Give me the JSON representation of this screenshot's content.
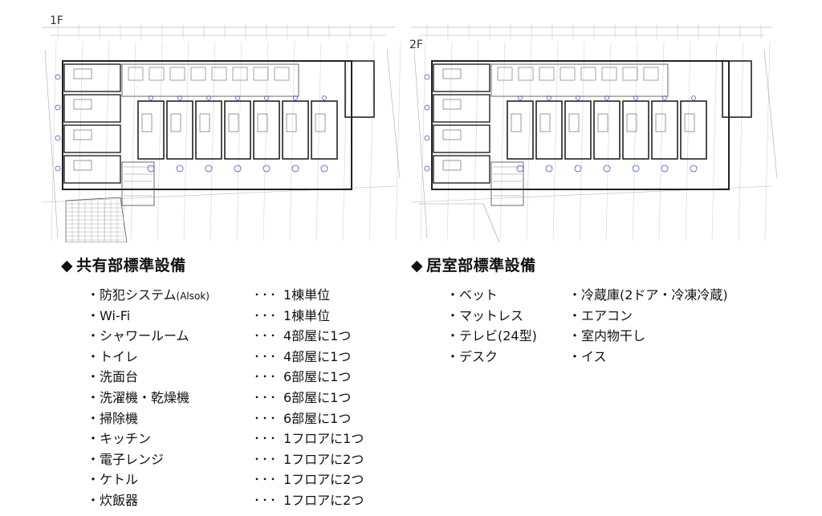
{
  "floor_plans": [
    {
      "label": "1F"
    },
    {
      "label": "2F"
    }
  ],
  "common_equipment": {
    "title": "共有部標準設備",
    "marker": "◆",
    "dots": "･･･",
    "items": [
      {
        "name": "・防犯システム",
        "note": "(Alsok)",
        "value": "1棟単位"
      },
      {
        "name": "・Wi-Fi",
        "note": "",
        "value": "1棟単位"
      },
      {
        "name": "・シャワールーム",
        "note": "",
        "value": "4部屋に1つ"
      },
      {
        "name": "・トイレ",
        "note": "",
        "value": "4部屋に1つ"
      },
      {
        "name": "・洗面台",
        "note": "",
        "value": "6部屋に1つ"
      },
      {
        "name": "・洗濯機・乾燥機",
        "note": "",
        "value": "6部屋に1つ"
      },
      {
        "name": "・掃除機",
        "note": "",
        "value": "6部屋に1つ"
      },
      {
        "name": "・キッチン",
        "note": "",
        "value": "1フロアに1つ"
      },
      {
        "name": "・電子レンジ",
        "note": "",
        "value": "1フロアに2つ"
      },
      {
        "name": "・ケトル",
        "note": "",
        "value": "1フロアに2つ"
      },
      {
        "name": "・炊飯器",
        "note": "",
        "value": "1フロアに2つ"
      }
    ]
  },
  "room_equipment": {
    "title": "居室部標準設備",
    "marker": "◆",
    "left_items": [
      "・ベット",
      "・マットレス",
      "・テレビ(24型)",
      "・デスク"
    ],
    "right_items": [
      "・冷蔵庫(2ドア・冷凍冷蔵)",
      "・エアコン",
      "・室内物干し",
      "・イス"
    ]
  }
}
